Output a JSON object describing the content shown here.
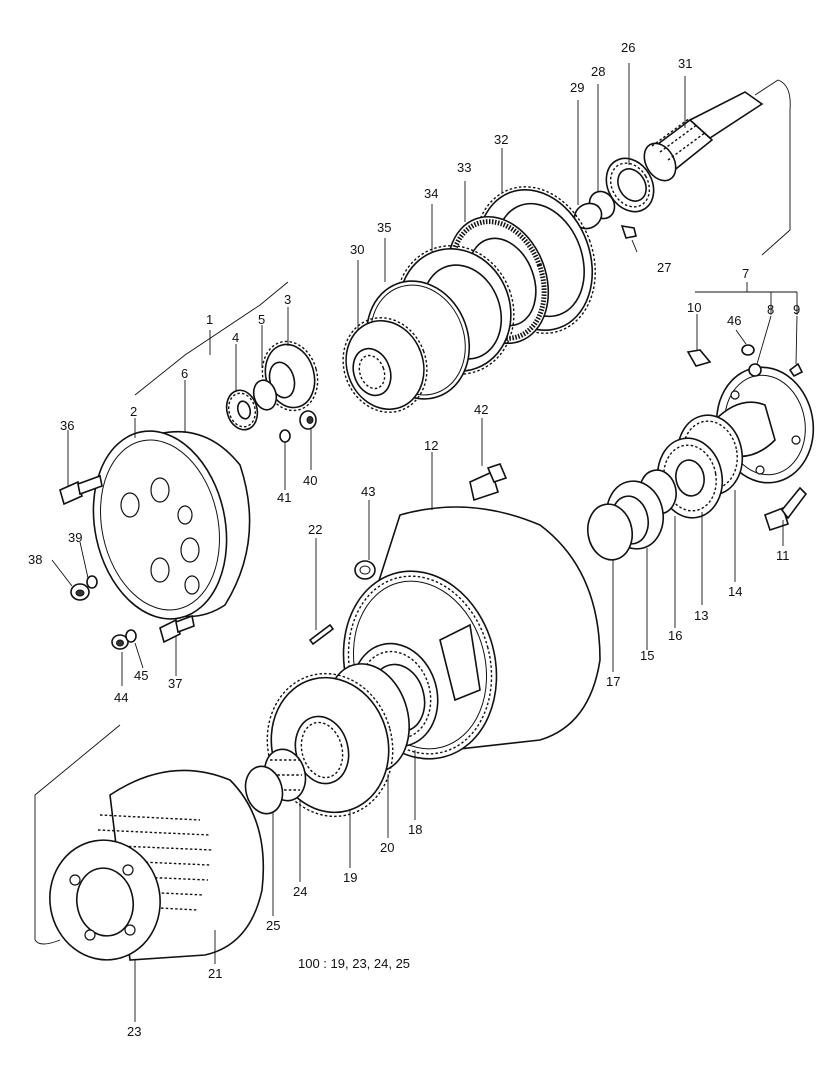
{
  "diagram": {
    "footnote": "100 : 19, 23, 24, 25",
    "labels": [
      {
        "id": "1",
        "text": "1"
      },
      {
        "id": "2",
        "text": "2"
      },
      {
        "id": "3",
        "text": "3"
      },
      {
        "id": "4",
        "text": "4"
      },
      {
        "id": "5",
        "text": "5"
      },
      {
        "id": "6",
        "text": "6"
      },
      {
        "id": "7",
        "text": "7"
      },
      {
        "id": "8",
        "text": "8"
      },
      {
        "id": "9",
        "text": "9"
      },
      {
        "id": "10",
        "text": "10"
      },
      {
        "id": "11",
        "text": "11"
      },
      {
        "id": "12",
        "text": "12"
      },
      {
        "id": "13",
        "text": "13"
      },
      {
        "id": "14",
        "text": "14"
      },
      {
        "id": "15",
        "text": "15"
      },
      {
        "id": "16",
        "text": "16"
      },
      {
        "id": "17",
        "text": "17"
      },
      {
        "id": "18",
        "text": "18"
      },
      {
        "id": "19",
        "text": "19"
      },
      {
        "id": "20",
        "text": "20"
      },
      {
        "id": "21",
        "text": "21"
      },
      {
        "id": "22",
        "text": "22"
      },
      {
        "id": "23",
        "text": "23"
      },
      {
        "id": "24",
        "text": "24"
      },
      {
        "id": "25",
        "text": "25"
      },
      {
        "id": "26",
        "text": "26"
      },
      {
        "id": "27",
        "text": "27"
      },
      {
        "id": "28",
        "text": "28"
      },
      {
        "id": "29",
        "text": "29"
      },
      {
        "id": "30",
        "text": "30"
      },
      {
        "id": "31",
        "text": "31"
      },
      {
        "id": "32",
        "text": "32"
      },
      {
        "id": "33",
        "text": "33"
      },
      {
        "id": "34",
        "text": "34"
      },
      {
        "id": "35",
        "text": "35"
      },
      {
        "id": "36",
        "text": "36"
      },
      {
        "id": "37",
        "text": "37"
      },
      {
        "id": "38",
        "text": "38"
      },
      {
        "id": "39",
        "text": "39"
      },
      {
        "id": "40",
        "text": "40"
      },
      {
        "id": "41",
        "text": "41"
      },
      {
        "id": "42",
        "text": "42"
      },
      {
        "id": "43",
        "text": "43"
      },
      {
        "id": "44",
        "text": "44"
      },
      {
        "id": "45",
        "text": "45"
      },
      {
        "id": "46",
        "text": "46"
      }
    ]
  }
}
